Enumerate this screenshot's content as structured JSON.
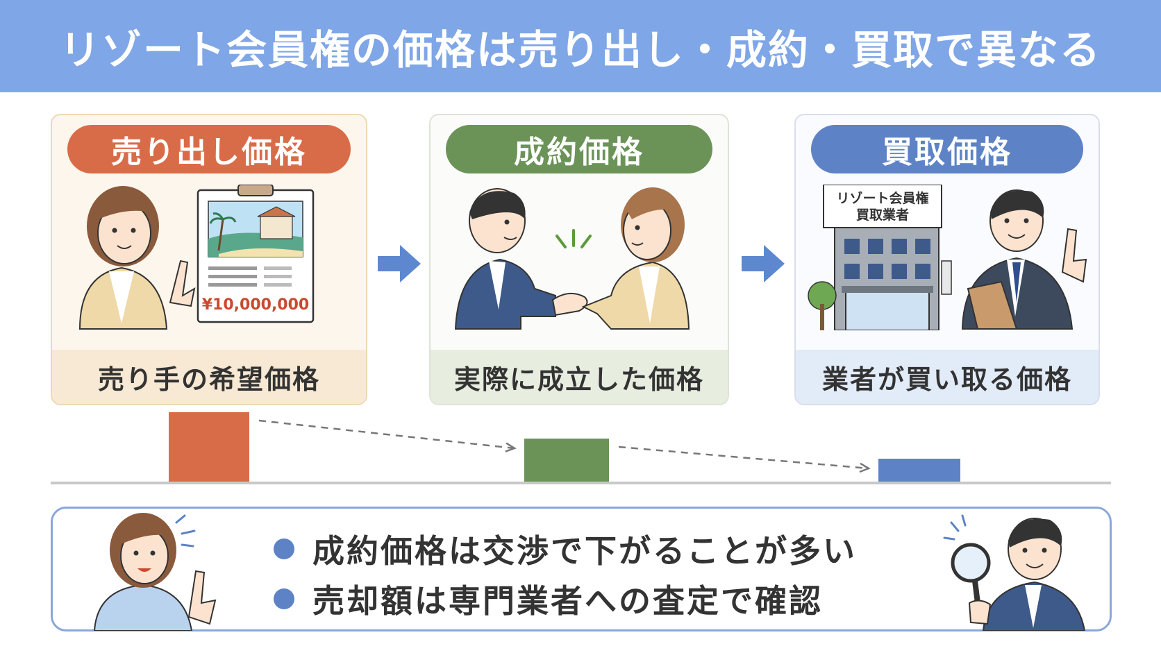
{
  "title": "リゾート会員権の価格は売り出し・成約・買取で異なる",
  "cards": [
    {
      "label": "売り出し価格",
      "caption": "売り手の希望価格",
      "price_tag": "¥10,000,000",
      "color": "#d96c48"
    },
    {
      "label": "成約価格",
      "caption": "実際に成立した価格",
      "color": "#6b9358"
    },
    {
      "label": "買取価格",
      "caption": "業者が買い取る価格",
      "building_sign": "リゾート会員権\n買取業者",
      "color": "#5d83c6"
    }
  ],
  "chart_data": {
    "type": "bar",
    "categories": [
      "売り出し価格",
      "成約価格",
      "買取価格"
    ],
    "values": [
      100,
      62,
      33
    ],
    "colors": [
      "#d96c48",
      "#6b9358",
      "#5d83c6"
    ]
  },
  "notes": [
    "成約価格は交渉で下がることが多い",
    "売却額は専門業者への査定で確認"
  ]
}
